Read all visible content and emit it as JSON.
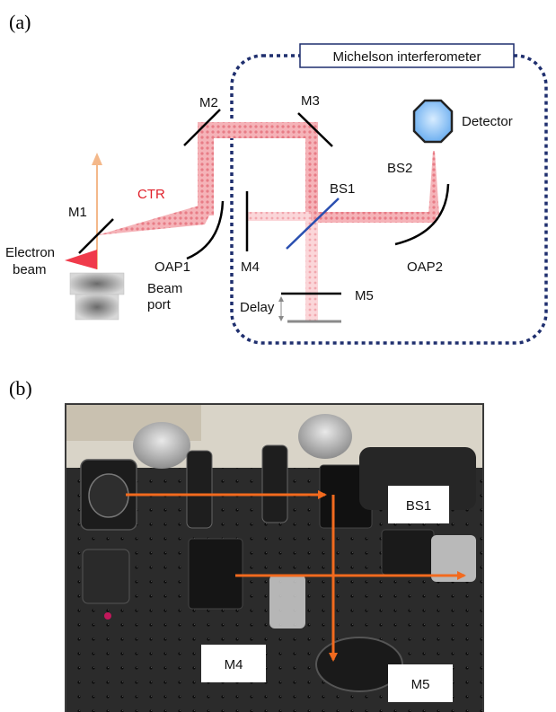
{
  "panels": {
    "a": "(a)",
    "b": "(b)"
  },
  "diagram": {
    "interferometer_title": "Michelson interferometer",
    "labels": {
      "detector": "Detector",
      "bs2": "BS2",
      "bs1": "BS1",
      "m1": "M1",
      "m2": "M2",
      "m3": "M3",
      "m4": "M4",
      "m5": "M5",
      "ctr": "CTR",
      "electron_beam_line1": "Electron",
      "electron_beam_line2": "beam",
      "oap1": "OAP1",
      "oap2": "OAP2",
      "beam_port_line1": "Beam",
      "beam_port_line2": "port",
      "delay": "Delay"
    }
  },
  "photo": {
    "labels": {
      "bs1": "BS1",
      "m4": "M4",
      "m5": "M5"
    }
  },
  "colors": {
    "beam": "#f2a0a6",
    "ctr_text": "#e0202a",
    "electron_beam": "#f03a4a",
    "frame_dashed": "#1f2f6e",
    "bs1_mirror": "#2a4fb0",
    "photo_arrows": "#f26a1e",
    "detector_fill": "#9cc8f5"
  }
}
